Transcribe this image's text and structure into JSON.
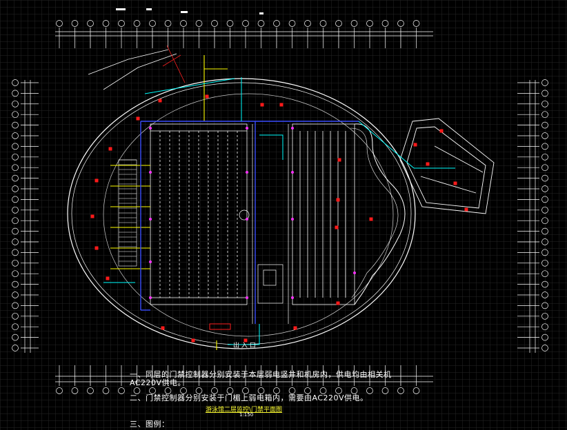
{
  "drawing": {
    "title": "游泳馆二层监控\\门禁平面图",
    "scale": "1:150",
    "notes": [
      "一、同层的门禁控制器分别安装于本层弱电竖井和机房内，供电均由相关机",
      "AC220V供电。",
      "二、门禁控制器分别安装于门楣上弱电箱内，需要由AC220V供电。",
      "三、图例："
    ],
    "entrance_label": "出 入 口",
    "colors": {
      "background": "#000000",
      "grid": "#2a2a2a",
      "wall": "#ffffff",
      "conduit_yellow": "#ffff00",
      "conduit_blue": "#3a4dff",
      "conduit_cyan": "#00ffff",
      "equipment_red": "#ff1a1a",
      "device_magenta": "#ff33ff"
    }
  }
}
